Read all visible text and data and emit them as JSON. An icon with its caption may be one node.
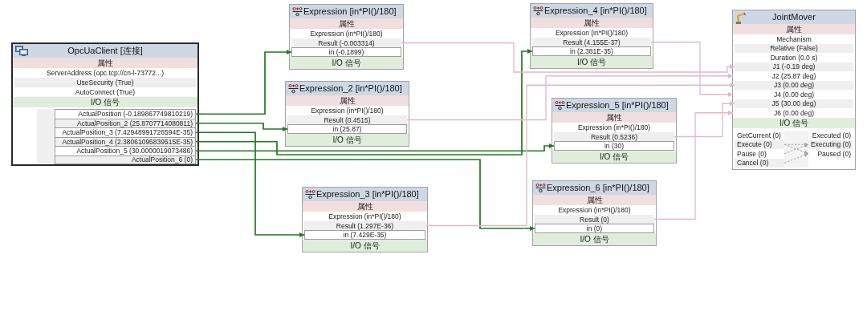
{
  "diagram": {
    "nodes": [
      {
        "text": [
          "OpcUaClient [连接]"
        ]
      },
      {
        "text": [
          "属性"
        ],
        "in": 0
      },
      {
        "text": [
          "ServerAddress (opc.tcp://cn-l-73772...)"
        ],
        "in": 0
      },
      {
        "text": [
          "UseSecurity (True)"
        ],
        "in": 0
      },
      {
        "text": [
          "AutoConnect (True)"
        ],
        "in": 0
      },
      {
        "text": [
          "I/O 信号"
        ],
        "in": 0
      },
      {
        "text": [
          "ActualPosition (-0.189867749810219)"
        ],
        "in": 0
      },
      {
        "text": [
          "ActualPosition_2 (25.8707714080811)"
        ],
        "in": 0
      },
      {
        "text": [
          "ActualPosition_3 (7.42948991726594E-35)"
        ],
        "in": 0
      },
      {
        "text": [
          "ActualPosition_4 (2.38061095839515E-35)"
        ],
        "in": 0
      },
      {
        "text": [
          "ActualPosition_5 (30.0000019073486)"
        ],
        "in": 0
      },
      {
        "text": [
          "ActualPosition_6 (0)"
        ],
        "in": 0
      },
      {
        "text": [
          "Expression [in*PI()/180]"
        ]
      },
      {
        "text": [
          "属性"
        ],
        "in": 12
      },
      {
        "text": [
          "Expression (in*PI()/180)"
        ],
        "in": 12
      },
      {
        "text": [
          "Result (-0.003314)"
        ],
        "in": 12
      },
      {
        "text": [
          "in (-0.1899)"
        ],
        "in": 12
      },
      {
        "text": [
          "I/O 信号"
        ],
        "in": 12
      },
      {
        "text": [
          "Expression_2 [in*PI()/180]"
        ]
      },
      {
        "text": [
          "属性"
        ],
        "in": 18
      },
      {
        "text": [
          "Expression (in*PI()/180)"
        ],
        "in": 18
      },
      {
        "text": [
          "Result (0.4515)"
        ],
        "in": 18
      },
      {
        "text": [
          "in (25.87)"
        ],
        "in": 18
      },
      {
        "text": [
          "I/O 信号"
        ],
        "in": 18
      },
      {
        "text": [
          "Expression_3 [in*PI()/180]"
        ]
      },
      {
        "text": [
          "属性"
        ],
        "in": 24
      },
      {
        "text": [
          "Expression (in*PI()/180)"
        ],
        "in": 24
      },
      {
        "text": [
          "Result (1.297E-36)"
        ],
        "in": 24
      },
      {
        "text": [
          "in (7.429E-35)"
        ],
        "in": 24
      },
      {
        "text": [
          "I/O 信号"
        ],
        "in": 24
      },
      {
        "text": [
          "Expression_4 [in*PI()/180]"
        ]
      },
      {
        "text": [
          "属性"
        ],
        "in": 30
      },
      {
        "text": [
          "Expression (in*PI()/180)"
        ],
        "in": 30
      },
      {
        "text": [
          "Result (4.155E-37)"
        ],
        "in": 30
      },
      {
        "text": [
          "in (2.381E-35)"
        ],
        "in": 30
      },
      {
        "text": [
          "I/O 信号"
        ],
        "in": 30
      },
      {
        "text": [
          "Expression_5 [in*PI()/180]"
        ]
      },
      {
        "text": [
          "属性"
        ],
        "in": 36
      },
      {
        "text": [
          "Expression (in*PI()/180)"
        ],
        "in": 36
      },
      {
        "text": [
          "Result (0.5236)"
        ],
        "in": 36
      },
      {
        "text": [
          "in (30)"
        ],
        "in": 36
      },
      {
        "text": [
          "I/O 信号"
        ],
        "in": 36
      },
      {
        "text": [
          "Expression_6 [in*PI()/180]"
        ]
      },
      {
        "text": [
          "属性"
        ],
        "in": 42
      },
      {
        "text": [
          "Expression (in*PI()/180)"
        ],
        "in": 42
      },
      {
        "text": [
          "Result (0)"
        ],
        "in": 42
      },
      {
        "text": [
          "in (0)"
        ],
        "in": 42
      },
      {
        "text": [
          "I/O 信号"
        ],
        "in": 42
      },
      {
        "text": [
          "JointMover"
        ]
      },
      {
        "text": [
          "属性"
        ],
        "in": 48
      },
      {
        "text": [
          "Mechanism"
        ],
        "in": 48
      },
      {
        "text": [
          "Relative (False)"
        ],
        "in": 48
      },
      {
        "text": [
          "Duration (0.0 s)"
        ],
        "in": 48
      },
      {
        "text": [
          "J1 (-0.19 deg)"
        ],
        "in": 48
      },
      {
        "text": [
          "J2 (25.87 deg)"
        ],
        "in": 48
      },
      {
        "text": [
          "J3 (0.00 deg)"
        ],
        "in": 48
      },
      {
        "text": [
          "J4 (0.00 deg)"
        ],
        "in": 48
      },
      {
        "text": [
          "J5 (30.00 deg)"
        ],
        "in": 48
      },
      {
        "text": [
          "J6 (0.00 deg)"
        ],
        "in": 48
      },
      {
        "text": [
          "I/O 信号"
        ],
        "in": 48
      },
      {
        "text": [
          "GetCurrent (0)"
        ],
        "in": 48
      },
      {
        "text": [
          "Executed (0)"
        ],
        "in": 48
      },
      {
        "text": [
          "Execute (0)"
        ],
        "in": 48
      },
      {
        "text": [
          "Executing (0)"
        ],
        "in": 48
      },
      {
        "text": [
          "Pause (0)"
        ],
        "in": 48
      },
      {
        "text": [
          "Paused (0)"
        ],
        "in": 48
      },
      {
        "text": [
          "Cancel (0)"
        ],
        "in": 48
      }
    ],
    "edges": [
      {
        "from": 6,
        "to": 16,
        "arrow": "to"
      },
      {
        "from": 7,
        "to": 22,
        "arrow": "to"
      },
      {
        "from": 8,
        "to": 28,
        "arrow": "to"
      },
      {
        "from": 9,
        "to": 34,
        "arrow": "to"
      },
      {
        "from": 10,
        "to": 40,
        "arrow": "to"
      },
      {
        "from": 11,
        "to": 46,
        "arrow": "to"
      },
      {
        "from": 15,
        "to": 53,
        "arrow": "to",
        "color": "#e3b8c2"
      },
      {
        "from": 21,
        "to": 54,
        "arrow": "to",
        "color": "#e3b8c2"
      },
      {
        "from": 27,
        "to": 55,
        "arrow": "to",
        "color": "#e3b8c2"
      },
      {
        "from": 33,
        "to": 56,
        "arrow": "to",
        "color": "#e3b8c2"
      },
      {
        "from": 39,
        "to": 57,
        "arrow": "to",
        "color": "#e3b8c2"
      },
      {
        "from": 45,
        "to": 58,
        "arrow": "to",
        "color": "#e3b8c2"
      },
      {
        "from": 62,
        "to": 63,
        "arrow": "to",
        "style": "dashed",
        "color": "#a6a6a6"
      },
      {
        "from": 62,
        "to": 65,
        "arrow": "to",
        "style": "dashed",
        "color": "#a6a6a6"
      },
      {
        "from": 64,
        "to": 63,
        "arrow": "to",
        "style": "dashed",
        "color": "#a6a6a6"
      },
      {
        "from": 66,
        "to": 65,
        "arrow": "to",
        "style": "dashed",
        "color": "#a6a6a6"
      }
    ]
  }
}
